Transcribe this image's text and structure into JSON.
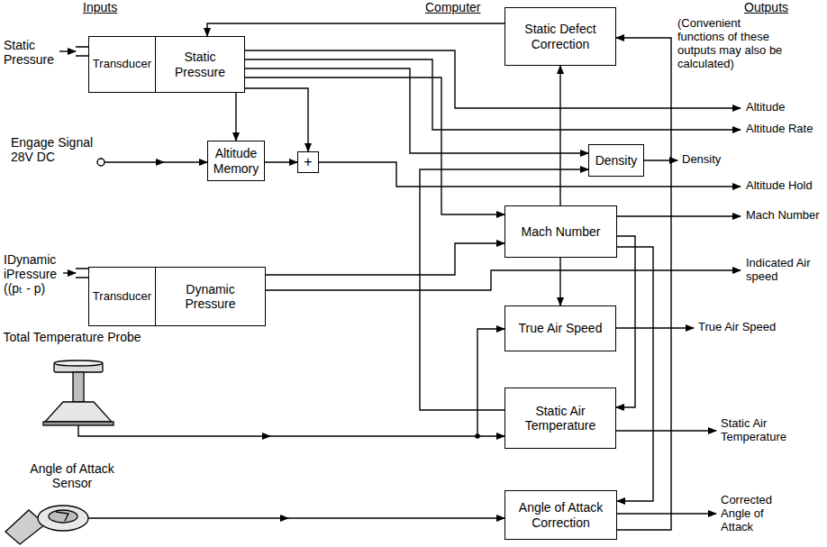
{
  "diagram": {
    "nodes": [
      {
        "text": [
          "Transducer"
        ]
      },
      {
        "text": [
          "Static Pressure"
        ]
      },
      {
        "text": [
          "Static Defect Correction"
        ]
      },
      {
        "text": [
          "Density"
        ]
      },
      {
        "text": [
          "Altitude Memory"
        ]
      },
      {
        "text": [
          "+"
        ]
      },
      {
        "text": [
          "Mach Number"
        ]
      },
      {
        "text": [
          "Transducer"
        ]
      },
      {
        "text": [
          "Dynamic Pressure"
        ]
      },
      {
        "text": [
          "True Air Speed"
        ]
      },
      {
        "text": [
          "Static Air Temperature"
        ]
      },
      {
        "text": [
          "Angle of Attack Correction"
        ]
      }
    ],
    "edges": [
      {
        "from": 1,
        "to": 4,
        "arrow": "to"
      },
      {
        "from": 1,
        "to": 5,
        "arrow": "to"
      },
      {
        "from": 4,
        "to": 5,
        "arrow": "to"
      },
      {
        "from": 2,
        "to": 1,
        "arrow": "to"
      },
      {
        "from": 1,
        "to": 3,
        "arrow": "to"
      },
      {
        "from": 1,
        "to": 6,
        "arrow": "to"
      },
      {
        "from": 8,
        "to": 6,
        "arrow": "to"
      },
      {
        "from": 6,
        "to": 2,
        "arrow": "to"
      },
      {
        "from": 6,
        "to": 9,
        "arrow": "to"
      },
      {
        "from": 6,
        "to": 10,
        "arrow": "to"
      },
      {
        "from": 6,
        "to": 11,
        "arrow": "to"
      },
      {
        "from": 10,
        "to": 3,
        "arrow": "to"
      },
      {
        "from": 11,
        "to": 2,
        "arrow": "to"
      }
    ],
    "labels": [
      "Inputs",
      "Computer",
      "Outputs",
      "(Convenient functions of these outputs may also be calculated)",
      "Static Pressure",
      "Altitude",
      "Altitude Rate",
      "Engage Signal 28V DC",
      "Density",
      "Altitude Hold",
      "Mach Number",
      "IDynamic",
      "iPressure",
      "((pₜ - p)",
      "Indicated Air speed",
      "Total Temperature Probe",
      "True Air Speed",
      "Static Air Temperature",
      "Angle of Attack Sensor",
      "Corrected Angle of Attack"
    ]
  }
}
